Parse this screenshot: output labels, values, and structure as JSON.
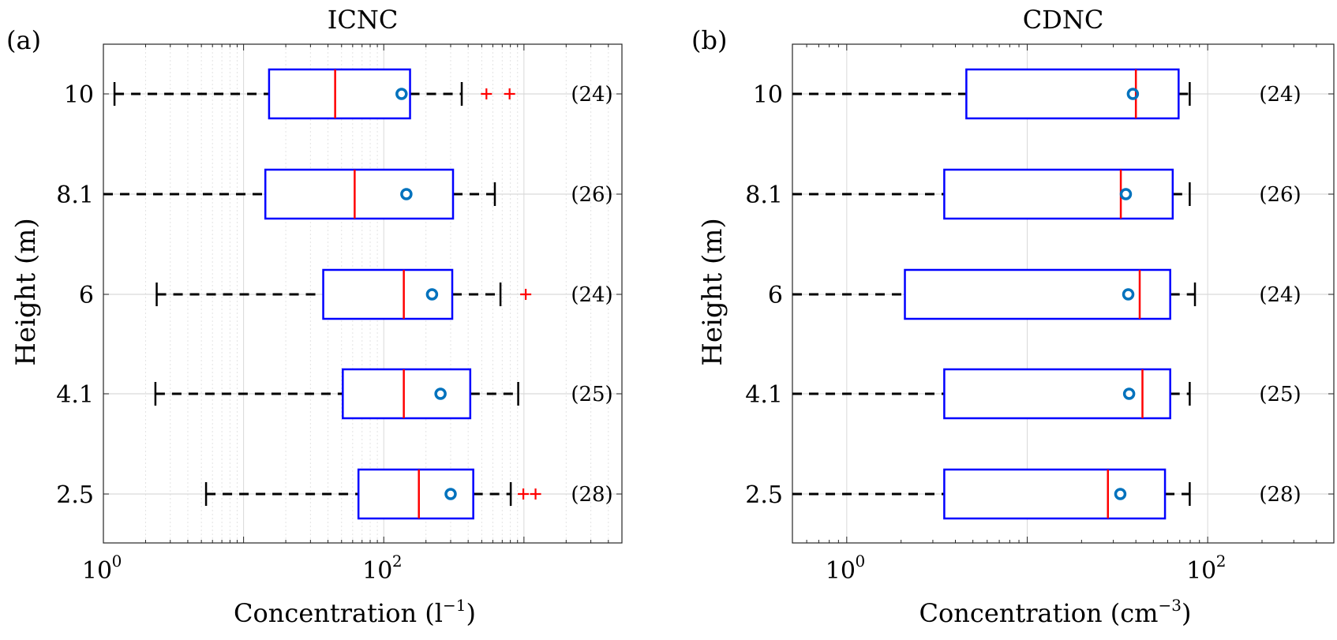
{
  "chart_data": [
    {
      "type": "boxplot",
      "panel_label": "(a)",
      "title": "ICNC",
      "xlabel": "Concentration (l",
      "xlabel_exp": "−1",
      "xlabel_close": ")",
      "ylabel": "Height (m)",
      "xscale": "log",
      "xlim": [
        1,
        5000
      ],
      "x_ticks": [
        {
          "base": "10",
          "exp": "0",
          "value": 1
        },
        {
          "base": "10",
          "exp": "2",
          "value": 100
        }
      ],
      "minor_grid": true,
      "grid": true,
      "categories": [
        "10",
        "8.1",
        "6",
        "4.1",
        "2.5"
      ],
      "counts": [
        "(24)",
        "(26)",
        "(24)",
        "(25)",
        "(28)"
      ],
      "boxes": [
        {
          "height": "10",
          "whisker_low": 1.2,
          "q1": 15.2,
          "median": 45,
          "mean": 134,
          "q3": 154,
          "whisker_high": 360,
          "outliers": [
            540,
            790
          ]
        },
        {
          "height": "8.1",
          "whisker_low": 0.8,
          "q1": 14.3,
          "median": 62,
          "mean": 145,
          "q3": 312,
          "whisker_high": 620,
          "outliers": []
        },
        {
          "height": "6",
          "whisker_low": 2.4,
          "q1": 37,
          "median": 139,
          "mean": 221,
          "q3": 308,
          "whisker_high": 680,
          "outliers": [
            1030
          ]
        },
        {
          "height": "4.1",
          "whisker_low": 2.35,
          "q1": 51,
          "median": 139,
          "mean": 254,
          "q3": 414,
          "whisker_high": 910,
          "outliers": []
        },
        {
          "height": "2.5",
          "whisker_low": 5.4,
          "q1": 66,
          "median": 178,
          "mean": 300,
          "q3": 435,
          "whisker_high": 805,
          "outliers": [
            990,
            1210
          ]
        }
      ]
    },
    {
      "type": "boxplot",
      "panel_label": "(b)",
      "title": "CDNC",
      "xlabel": "Concentration (cm",
      "xlabel_exp": "−3",
      "xlabel_close": ")",
      "ylabel": "Height (m)",
      "xscale": "log",
      "xlim": [
        0.5,
        500
      ],
      "x_ticks": [
        {
          "base": "10",
          "exp": "0",
          "value": 1
        },
        {
          "base": "10",
          "exp": "2",
          "value": 100
        }
      ],
      "minor_grid": false,
      "grid": true,
      "categories": [
        "10",
        "8.1",
        "6",
        "4.1",
        "2.5"
      ],
      "counts": [
        "(24)",
        "(26)",
        "(24)",
        "(25)",
        "(28)"
      ],
      "boxes": [
        {
          "height": "10",
          "whisker_low": 0.3,
          "q1": 4.6,
          "median": 40,
          "mean": 38.5,
          "q3": 69,
          "whisker_high": 79.5,
          "outliers": []
        },
        {
          "height": "8.1",
          "whisker_low": 0.3,
          "q1": 3.47,
          "median": 33,
          "mean": 35.2,
          "q3": 64,
          "whisker_high": 79.5,
          "outliers": []
        },
        {
          "height": "6",
          "whisker_low": 0.3,
          "q1": 2.1,
          "median": 42,
          "mean": 36.3,
          "q3": 62,
          "whisker_high": 85,
          "outliers": []
        },
        {
          "height": "4.1",
          "whisker_low": 0.3,
          "q1": 3.47,
          "median": 43.5,
          "mean": 36.7,
          "q3": 62,
          "whisker_high": 79.5,
          "outliers": []
        },
        {
          "height": "2.5",
          "whisker_low": 0.3,
          "q1": 3.47,
          "median": 28,
          "mean": 32.8,
          "q3": 58,
          "whisker_high": 79.5,
          "outliers": []
        }
      ]
    }
  ],
  "colors": {
    "box": "#0000ff",
    "median": "#ff0000",
    "mean": "#0072bd",
    "whisker": "#000000",
    "outlier": "#ff0000",
    "grid": "#d9d9d9",
    "axis": "#262626"
  }
}
